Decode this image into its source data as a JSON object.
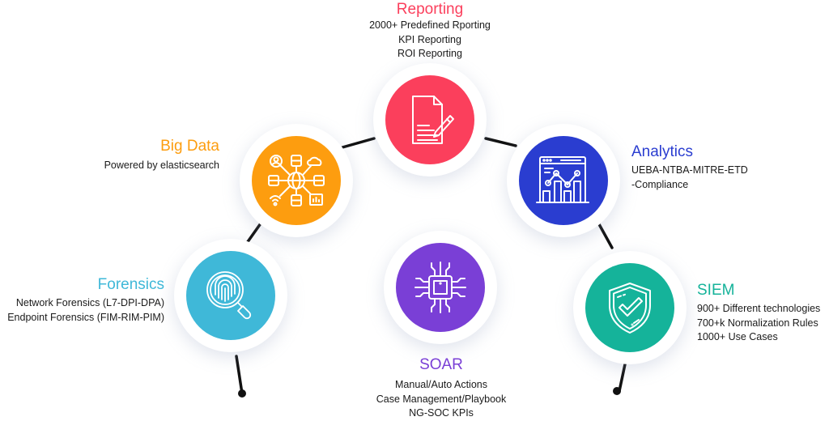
{
  "colors": {
    "reporting": "#fb3f5c",
    "big_data": "#fd9d0f",
    "analytics": "#2a3dd0",
    "forensics": "#3fb8d8",
    "soar": "#7a3fd6",
    "siem": "#15b39a",
    "connector": "#111111"
  },
  "nodes": {
    "reporting": {
      "title": "Reporting",
      "icon": "document-pen-icon",
      "lines": [
        "2000+ Predefined Rporting",
        "KPI Reporting",
        "ROI Reporting"
      ]
    },
    "big_data": {
      "title": "Big Data",
      "icon": "network-globe-icon",
      "lines": [
        "Powered by elasticsearch"
      ]
    },
    "analytics": {
      "title": "Analytics",
      "icon": "chart-window-icon",
      "lines": [
        "UEBA-NTBA-MITRE-ETD",
        "-Compliance"
      ]
    },
    "forensics": {
      "title": "Forensics",
      "icon": "fingerprint-magnifier-icon",
      "lines": [
        "Network Forensics (L7-DPI-DPA)",
        "Endpoint Forensics (FIM-RIM-PIM)"
      ]
    },
    "soar": {
      "title": "SOAR",
      "icon": "chip-icon",
      "lines": [
        "Manual/Auto Actions",
        "Case Management/Playbook",
        "NG-SOC KPIs"
      ]
    },
    "siem": {
      "title": "SIEM",
      "icon": "shield-check-icon",
      "lines": [
        "900+ Different technologies",
        "700+k Normalization Rules",
        "1000+ Use Cases"
      ]
    }
  }
}
